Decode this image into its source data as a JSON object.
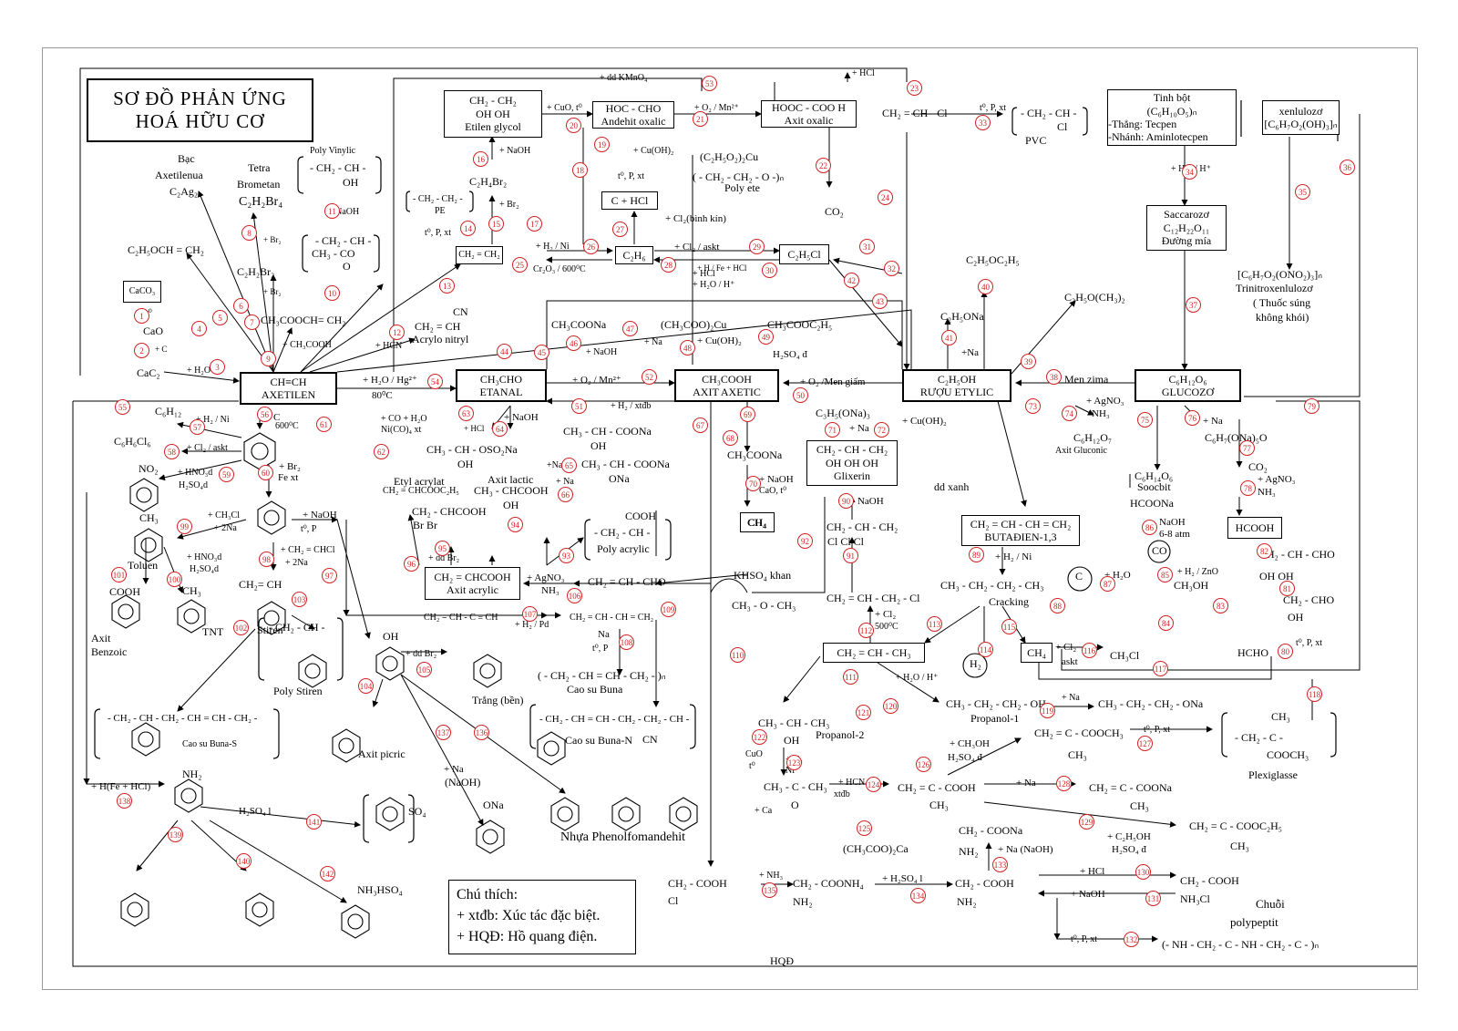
{
  "title": {
    "line1": "SƠ ĐỒ PHẢN ỨNG",
    "line2": "HOÁ HỮU CƠ"
  },
  "hubs": {
    "axetilen": {
      "formula": "CH≡CH",
      "name": "AXETILEN"
    },
    "etanal": {
      "formula": "CH₃CHO",
      "name": "ETANAL"
    },
    "axit_axetic": {
      "formula": "CH₃COOH",
      "name": "AXIT AXETIC"
    },
    "ruou_etylic": {
      "formula": "C₂H₅OH",
      "name": "RƯỢU ETYLIC"
    },
    "glucozo": {
      "formula": "C₆H₁₂O₆",
      "name": "GLUCOZƠ"
    }
  },
  "boxes": {
    "etilen_glycol": {
      "l1": "CH₂ - CH₂",
      "l2": "OH    OH",
      "l3": "Etilen glycol"
    },
    "andehit_oxalic": {
      "l1": "HOC - CHO",
      "l2": "Andehit oxalic"
    },
    "axit_oxalic": {
      "l1": "HOOC - COO H",
      "l2": "Axit oxalic"
    },
    "c_hcl": "C + HCl",
    "etilen": "CH₂ = CH₂",
    "etan": "C₂H₆",
    "c2h5cl": "C₂H₅Cl",
    "caco3": "CaCO₃",
    "tinh_bot": {
      "l1": "Tinh bột",
      "l2": "(C₆H₁₀O₅)ₙ",
      "l3": "-Thẳng: Tecpen",
      "l4": "-Nhánh: Aminlotecpen"
    },
    "xenlulozo": {
      "l1": "xenlulozơ",
      "l2": "[C₆H₇O₂(OH)₃]ₙ"
    },
    "saccarozo": {
      "l1": "Saccarozơ",
      "l2": "C₁₂H₂₂O₁₁",
      "l3": "Đường mía"
    },
    "axit_acrylic": {
      "l1": "CH₂ = CHCOOH",
      "l2": "Axit acrylic"
    },
    "glixerin": {
      "l1": "CH₂ - CH - CH₂",
      "l2": "OH   OH   OH",
      "l3": "Glixerin"
    },
    "butadien": {
      "l1": "CH₂ = CH - CH = CH₂",
      "l2": "BUTAĐIEN-1,3"
    },
    "propen": "CH₂ = CH - CH₃",
    "ch4_b": "CH₄",
    "ch4_c": "CH₄",
    "hcooh": "HCOOH"
  },
  "labels": [
    {
      "id": "bac",
      "text": "Bạc"
    },
    {
      "id": "axetilenua",
      "text": "Axetilenua"
    },
    {
      "id": "c2ag2",
      "text": "C₂Ag₂"
    },
    {
      "id": "tetra",
      "text": "Tetra"
    },
    {
      "id": "bromet",
      "text": "Brometan"
    },
    {
      "id": "c2h2br4",
      "text": "C₂H₂Br₄"
    },
    {
      "id": "polyvin",
      "text": "Poly Vinylic"
    },
    {
      "id": "pv1",
      "text": "- CH₂ - CH -"
    },
    {
      "id": "pv2",
      "text": "OH"
    },
    {
      "id": "c2h5och",
      "text": "C₂H₅OCH = CH₂"
    },
    {
      "id": "c2h2br2",
      "text": "C₂H₂Br₂"
    },
    {
      "id": "pvac1",
      "text": "- CH₂ - CH -"
    },
    {
      "id": "pvac2",
      "text": "CH₃ - CO"
    },
    {
      "id": "pvac3",
      "text": "O"
    },
    {
      "id": "ch3cooch",
      "text": "CH₃COOCH= CH₂"
    },
    {
      "id": "cao",
      "text": "CaO"
    },
    {
      "id": "cac2",
      "text": "CaC₂"
    },
    {
      "id": "acrylo",
      "text": "CH₂ = CH"
    },
    {
      "id": "acrylo_cn",
      "text": "CN"
    },
    {
      "id": "acrylo_n",
      "text": "Acrylo nitryl"
    },
    {
      "id": "pe",
      "text": "- CH₂ - CH₂ -"
    },
    {
      "id": "pe2",
      "text": "PE"
    },
    {
      "id": "c2h4br2",
      "text": "C₂H₄Br₂"
    },
    {
      "id": "c2h5o2cu",
      "text": "(C₂H₅O₂)₂Cu"
    },
    {
      "id": "polyete",
      "text": "( - CH₂ - CH₂ - O -)ₙ"
    },
    {
      "id": "polyete2",
      "text": "Poly ete"
    },
    {
      "id": "co2a",
      "text": "CO₂"
    },
    {
      "id": "vinylcl",
      "text": "CH₂ = CH - Cl"
    },
    {
      "id": "pvc1",
      "text": "- CH₂ - CH -"
    },
    {
      "id": "pvc2",
      "text": "Cl"
    },
    {
      "id": "pvc3",
      "text": "PVC"
    },
    {
      "id": "c2h5oc2h5",
      "text": "C₂H₅OC₂H₅"
    },
    {
      "id": "c2h5ona",
      "text": "C₂H₅ONa"
    },
    {
      "id": "iso",
      "text": "C₂H₅O(CH₃)₂"
    },
    {
      "id": "trinitro1",
      "text": "[C₆H₇O₂(ONO₂)₃]ₙ"
    },
    {
      "id": "trinitro2",
      "text": "Trinitroxenlulozơ"
    },
    {
      "id": "trinitro3",
      "text": "( Thuốc súng"
    },
    {
      "id": "trinitro4",
      "text": "không khói)"
    },
    {
      "id": "ch3coona_t",
      "text": "CH₃COONa"
    },
    {
      "id": "ch3coo2cu",
      "text": "(CH₃COO)₂Cu"
    },
    {
      "id": "ch3cooc2h5",
      "text": "CH₃COOC₂H₅"
    },
    {
      "id": "c6h12",
      "text": "C₆H₁₂"
    },
    {
      "id": "c6h6cl6",
      "text": "C₆H₆Cl₆"
    },
    {
      "id": "no2a",
      "text": "NO₂"
    },
    {
      "id": "c6h12o7",
      "text": "C₆H₁₂O₇"
    },
    {
      "id": "gluconic",
      "text": "Axit Gluconic"
    },
    {
      "id": "c6h14o6",
      "text": "C₆H₁₄O₆"
    },
    {
      "id": "soocbit",
      "text": "Soocbit"
    },
    {
      "id": "c6h7ona5",
      "text": "C₆H₇(ONa)₅O"
    },
    {
      "id": "co2b",
      "text": "CO₂"
    },
    {
      "id": "c3h5ona3",
      "text": "C₃H₅(ONa)₃"
    },
    {
      "id": "hso3na",
      "text": "CH₃ - CH - OSO₂Na"
    },
    {
      "id": "hso3na2",
      "text": "OH"
    },
    {
      "id": "lactona",
      "text": "CH₃ - CH - COONa"
    },
    {
      "id": "lactona2",
      "text": "OH"
    },
    {
      "id": "lactona3",
      "text": "CH₃ - CH - COONa"
    },
    {
      "id": "lactona4",
      "text": "ONa"
    },
    {
      "id": "etylacr1",
      "text": "Etyl acrylat"
    },
    {
      "id": "etylacr2",
      "text": "CH₂ = CHCOOC₂H₅"
    },
    {
      "id": "lactic1",
      "text": "Axit lactic"
    },
    {
      "id": "lactic2",
      "text": "CH₃ - CHCOOH"
    },
    {
      "id": "lactic3",
      "text": "OH"
    },
    {
      "id": "dibrom1",
      "text": "CH₂ - CHCOOH"
    },
    {
      "id": "dibrom2",
      "text": "Br     Br"
    },
    {
      "id": "polyacr1",
      "text": "COOH"
    },
    {
      "id": "polyacr2",
      "text": "- CH₂ - CH -"
    },
    {
      "id": "polyacr3",
      "text": "Poly acrylic"
    },
    {
      "id": "ch2chcho",
      "text": "CH₂ = CH - CHO"
    },
    {
      "id": "khso4",
      "text": "KHSO₄ khan"
    },
    {
      "id": "ch3coona2",
      "text": "CH₃COONa"
    },
    {
      "id": "ch4a",
      "text": "CH₄"
    },
    {
      "id": "dd_xanh",
      "text": "dd xanh"
    },
    {
      "id": "dichloro1",
      "text": "CH₂ - CH - CH₂"
    },
    {
      "id": "dichloro2",
      "text": "Cl     Cl     Cl"
    },
    {
      "id": "allyl",
      "text": "CH₂ = CH - CH₂ - Cl"
    },
    {
      "id": "butane",
      "text": "CH₃ - CH₂ - CH₂ - CH₃"
    },
    {
      "id": "cracking",
      "text": "Cracking"
    },
    {
      "id": "h2",
      "text": "H₂"
    },
    {
      "id": "c_el",
      "text": "C"
    },
    {
      "id": "co_el",
      "text": "CO"
    },
    {
      "id": "hcoona",
      "text": "HCOONa"
    },
    {
      "id": "ch3oh",
      "text": "CH₃OH"
    },
    {
      "id": "ch3cl",
      "text": "CH₃Cl"
    },
    {
      "id": "hcho",
      "text": "HCHO"
    },
    {
      "id": "glyceral1",
      "text": "CH₂ - CH - CHO"
    },
    {
      "id": "glyceral2",
      "text": "OH    OH"
    },
    {
      "id": "glycol1",
      "text": "CH₂ - CHO"
    },
    {
      "id": "glycol2",
      "text": "OH"
    },
    {
      "id": "benzoic",
      "text": "COOH"
    },
    {
      "id": "benzoic2",
      "text": "Axit"
    },
    {
      "id": "benzoic3",
      "text": "Benzoic"
    },
    {
      "id": "toluen",
      "text": "Toluen"
    },
    {
      "id": "ch3tol",
      "text": "CH₃"
    },
    {
      "id": "tnt",
      "text": "TNT"
    },
    {
      "id": "tnt_ch3",
      "text": "CH₃"
    },
    {
      "id": "stiren",
      "text": "Stiren"
    },
    {
      "id": "stiren0",
      "text": "CH₂= CH"
    },
    {
      "id": "polystiren1",
      "text": "- CH₂ - CH -"
    },
    {
      "id": "polystiren2",
      "text": "Poly Stiren"
    },
    {
      "id": "bunas1",
      "text": "- CH₂ - CH - CH₂ - CH = CH - CH₂ -"
    },
    {
      "id": "bunas2",
      "text": "Cao su Buna-S"
    },
    {
      "id": "vinylacet",
      "text": "CH₂ = CH - C ≡ CH"
    },
    {
      "id": "butadiene2",
      "text": "CH₂ = CH - CH = CH₂"
    },
    {
      "id": "buna1",
      "text": "( - CH₂ - CH = CH - CH₂ - )ₙ"
    },
    {
      "id": "buna2",
      "text": "Cao su Buna"
    },
    {
      "id": "bunan1",
      "text": "- CH₂ - CH = CH - CH₂ - CH₂ - CH -"
    },
    {
      "id": "bunan2",
      "text": "CN"
    },
    {
      "id": "bunan3",
      "text": "Cao su Buna-N"
    },
    {
      "id": "phenol_oh",
      "text": "OH"
    },
    {
      "id": "tribromo",
      "text": "Trắng (bền)"
    },
    {
      "id": "picric",
      "text": "Axit picric"
    },
    {
      "id": "naoh_na",
      "text": "(NaOH)"
    },
    {
      "id": "phenona",
      "text": "ONa"
    },
    {
      "id": "novolac",
      "text": "Nhựa Phenolfomandehit"
    },
    {
      "id": "aniline_nh2",
      "text": "NH₂"
    },
    {
      "id": "anil_so4",
      "text": "SO₄"
    },
    {
      "id": "anil_hso4",
      "text": "NH₃HSO₄"
    },
    {
      "id": "ch3ochch3",
      "text": "CH₃ - O - CH₃"
    },
    {
      "id": "propan2",
      "text": "Propanol-2"
    },
    {
      "id": "propan1",
      "text": "Propanol-1"
    },
    {
      "id": "pro1",
      "text": "CH₃ - CH₂ - CH₂ - OH"
    },
    {
      "id": "pro1na",
      "text": "CH₃ - CH₂ - CH₂ - ONa"
    },
    {
      "id": "pro2",
      "text": "CH₃ - CH - CH₃"
    },
    {
      "id": "pro2oh",
      "text": "OH"
    },
    {
      "id": "acetone",
      "text": "CH₃ - C - CH₃"
    },
    {
      "id": "acetone_o",
      "text": "O"
    },
    {
      "id": "metac",
      "text": "CH₂ = C - COOH"
    },
    {
      "id": "metac_ch3",
      "text": "CH₃"
    },
    {
      "id": "mma",
      "text": "CH₂ = C - COOCH₃"
    },
    {
      "id": "mma_ch3",
      "text": "CH₃"
    },
    {
      "id": "plexi1",
      "text": "CH₃"
    },
    {
      "id": "plexi2",
      "text": "- CH₂ - C -"
    },
    {
      "id": "plexi3",
      "text": "COOCH₃"
    },
    {
      "id": "plexi4",
      "text": "Plexiglasse"
    },
    {
      "id": "metacna",
      "text": "CH₂ = C - COONa"
    },
    {
      "id": "metacna_ch3",
      "text": "CH₃"
    },
    {
      "id": "metacet",
      "text": "CH₂ = C - COOC₂H₅"
    },
    {
      "id": "metacet_ch3",
      "text": "CH₃"
    },
    {
      "id": "caacet",
      "text": "(CH₃COO)₂Ca"
    },
    {
      "id": "clacet1",
      "text": "CH₂ - COOH"
    },
    {
      "id": "clacet2",
      "text": "Cl"
    },
    {
      "id": "amm1",
      "text": "CH₂ - COONH₄"
    },
    {
      "id": "amm2",
      "text": "NH₂"
    },
    {
      "id": "gly1",
      "text": "CH₂ - COOH"
    },
    {
      "id": "gly2",
      "text": "NH₂"
    },
    {
      "id": "glyna1",
      "text": "CH₂ - COONa"
    },
    {
      "id": "glyna2",
      "text": "NH₂"
    },
    {
      "id": "glyhcl1",
      "text": "CH₂ - COOH"
    },
    {
      "id": "glyhcl2",
      "text": "NH₃Cl"
    },
    {
      "id": "pept1",
      "text": "Chuỗi"
    },
    {
      "id": "pept2",
      "text": "polypeptit"
    },
    {
      "id": "pept3",
      "text": "(- NH - CH₂ - C - NH - CH₂ - C - )ₙ"
    },
    {
      "id": "hqd",
      "text": "HQĐ"
    },
    {
      "id": "menzima",
      "text": "Men zima"
    }
  ],
  "reagents": [
    {
      "id": "r53",
      "text": "+ dd KMnO₄"
    },
    {
      "id": "rhcl_top",
      "text": "+ HCl"
    },
    {
      "id": "r20",
      "text": "+ CuO, t⁰"
    },
    {
      "id": "r21",
      "text": "+ O₂ / Mn²⁺"
    },
    {
      "id": "r16",
      "text": "+ NaOH"
    },
    {
      "id": "r19",
      "text": "+ Cu(OH)₂"
    },
    {
      "id": "r18",
      "text": "t⁰, P, xt"
    },
    {
      "id": "r15",
      "text": "+ Br₂"
    },
    {
      "id": "r27",
      "text": "+ Cl₂(bình kín)"
    },
    {
      "id": "r26",
      "text": "+ H₂ / Ni"
    },
    {
      "id": "r25",
      "text": "Cr₂O₃ / 600⁰C"
    },
    {
      "id": "r29",
      "text": "+ Cl₂ / askt"
    },
    {
      "id": "r28",
      "text": "+ H / Fe + HCl"
    },
    {
      "id": "r30",
      "text": "+ HCl"
    },
    {
      "id": "r42",
      "text": "+ H₂O / H⁺"
    },
    {
      "id": "r33",
      "text": "t⁰, P, xt"
    },
    {
      "id": "r14",
      "text": "t⁰, P, xt"
    },
    {
      "id": "r11",
      "text": "+ NaOH"
    },
    {
      "id": "r8",
      "text": "+ Br₂"
    },
    {
      "id": "r7",
      "text": "+ Br₂"
    },
    {
      "id": "r9",
      "text": "+ CH₃COOH"
    },
    {
      "id": "r3",
      "text": "+ H₂O"
    },
    {
      "id": "r1",
      "text": "t⁰"
    },
    {
      "id": "r2",
      "text": "+ C"
    },
    {
      "id": "r12",
      "text": "+ HCN"
    },
    {
      "id": "r54",
      "text": "+ H₂O / Hg²⁺"
    },
    {
      "id": "r54b",
      "text": "80⁰C"
    },
    {
      "id": "r52",
      "text": "+ O₂ / Mn²⁺"
    },
    {
      "id": "r51",
      "text": "+ H₂ / xtđb"
    },
    {
      "id": "r50",
      "text": "+ O₂ /Men giấm"
    },
    {
      "id": "r47",
      "text": "+ Na"
    },
    {
      "id": "r46",
      "text": "+ NaOH"
    },
    {
      "id": "r48",
      "text": "+ Cu(OH)₂"
    },
    {
      "id": "r49",
      "text": "H₂SO₄ đ"
    },
    {
      "id": "r41",
      "text": "+Na"
    },
    {
      "id": "r72",
      "text": "+ Cu(OH)₂"
    },
    {
      "id": "r71",
      "text": "+ Na"
    },
    {
      "id": "r74a",
      "text": "+ AgNO₃"
    },
    {
      "id": "r74b",
      "text": "NH₃"
    },
    {
      "id": "r76",
      "text": "+ Na"
    },
    {
      "id": "r78a",
      "text": "+ AgNO₃"
    },
    {
      "id": "r78b",
      "text": "NH₃"
    },
    {
      "id": "r57",
      "text": "+ H₂ / Ni"
    },
    {
      "id": "r58",
      "text": "+ Cl₂ / askt"
    },
    {
      "id": "r59",
      "text": "+ HNO₃d"
    },
    {
      "id": "r59b",
      "text": "H₂SO₄d"
    },
    {
      "id": "r60",
      "text": "+ Br₂"
    },
    {
      "id": "r60b",
      "text": "Fe xt"
    },
    {
      "id": "r56",
      "text": "C"
    },
    {
      "id": "r56b",
      "text": "600⁰C"
    },
    {
      "id": "r99",
      "text": "+ CH₃Cl"
    },
    {
      "id": "r99b",
      "text": "+ 2Na"
    },
    {
      "id": "r97",
      "text": "+ NaOH"
    },
    {
      "id": "r97b",
      "text": "t⁰, P"
    },
    {
      "id": "r98",
      "text": "+ CH₂ = CHCl"
    },
    {
      "id": "r98b",
      "text": "+ 2Na"
    },
    {
      "id": "r100",
      "text": "+ HNO₃d"
    },
    {
      "id": "r100b",
      "text": "H₂SO₄d"
    },
    {
      "id": "r62",
      "text": "+ CO + H₂O"
    },
    {
      "id": "r62b",
      "text": "Ni(CO)₄ xt"
    },
    {
      "id": "r63",
      "text": "+ HCl"
    },
    {
      "id": "r64",
      "text": "+ NaOH"
    },
    {
      "id": "r65",
      "text": "+NaOH"
    },
    {
      "id": "r66",
      "text": "+ Na"
    },
    {
      "id": "r95",
      "text": "+ dd Br₂"
    },
    {
      "id": "r106",
      "text": "+ AgNO₃"
    },
    {
      "id": "r106b",
      "text": "NH₃"
    },
    {
      "id": "r70",
      "text": "+ NaOH"
    },
    {
      "id": "r70b",
      "text": "CaO, t⁰"
    },
    {
      "id": "r90",
      "text": "+ NaOH"
    },
    {
      "id": "r112",
      "text": "+ Cl₂"
    },
    {
      "id": "r112b",
      "text": "500⁰C"
    },
    {
      "id": "r120",
      "text": "+ H₂O / H⁺"
    },
    {
      "id": "r119",
      "text": "+ Na"
    },
    {
      "id": "r89",
      "text": "+ H₂ / Ni"
    },
    {
      "id": "r116",
      "text": "+ Cl₂"
    },
    {
      "id": "r116b",
      "text": "askt"
    },
    {
      "id": "r87",
      "text": "+ H₂O"
    },
    {
      "id": "r87b",
      "text": "t⁰"
    },
    {
      "id": "r86",
      "text": "NaOH"
    },
    {
      "id": "r86b",
      "text": "6-8 atm"
    },
    {
      "id": "r85",
      "text": "+ H₂ / ZnO"
    },
    {
      "id": "r80",
      "text": "t⁰, P, xt"
    },
    {
      "id": "r107",
      "text": "+ H₂ / Pd"
    },
    {
      "id": "r108",
      "text": "Na"
    },
    {
      "id": "r108b",
      "text": "t⁰, P"
    },
    {
      "id": "r105",
      "text": "+ dd Br₂"
    },
    {
      "id": "r123",
      "text": "+ H₂"
    },
    {
      "id": "r123b",
      "text": "Ni"
    },
    {
      "id": "r122",
      "text": "CuO"
    },
    {
      "id": "r122b",
      "text": "t⁰"
    },
    {
      "id": "r124",
      "text": "+ HCN"
    },
    {
      "id": "r124b",
      "text": "xtđb"
    },
    {
      "id": "r126",
      "text": "+ CH₃OH"
    },
    {
      "id": "r126b",
      "text": "H₂SO₄ đ"
    },
    {
      "id": "r127",
      "text": "t⁰, P, xt"
    },
    {
      "id": "r128",
      "text": "+ Na"
    },
    {
      "id": "r129",
      "text": "+ C₂H₅OH"
    },
    {
      "id": "r129b",
      "text": "H₂SO₄ đ"
    },
    {
      "id": "r135",
      "text": "+ NH₃"
    },
    {
      "id": "r134",
      "text": "+ H₂SO₄ l"
    },
    {
      "id": "r133",
      "text": "+ Na (NaOH)"
    },
    {
      "id": "r130",
      "text": "+ HCl"
    },
    {
      "id": "r131",
      "text": "+ NaOH"
    },
    {
      "id": "r132",
      "text": "t⁰, P, xt"
    },
    {
      "id": "r_ca",
      "text": "+ Ca"
    },
    {
      "id": "r138",
      "text": "+ H(Fe + HCl)"
    },
    {
      "id": "r141",
      "text": "H₂SO₄ l"
    },
    {
      "id": "r137",
      "text": "+ Na"
    },
    {
      "id": "r_h2o_h",
      "text": "+ H₂O/ H⁺"
    }
  ],
  "notes": {
    "title": "Chú thích:",
    "l1": "+ xtđb: Xúc tác đặc biệt.",
    "l2": "+ HQĐ: Hồ quang điện."
  },
  "numbers": [
    "1",
    "2",
    "3",
    "4",
    "5",
    "6",
    "7",
    "8",
    "9",
    "10",
    "11",
    "12",
    "13",
    "14",
    "15",
    "16",
    "17",
    "18",
    "19",
    "20",
    "21",
    "22",
    "23",
    "24",
    "25",
    "26",
    "27",
    "28",
    "29",
    "30",
    "31",
    "32",
    "33",
    "34",
    "35",
    "36",
    "37",
    "38",
    "39",
    "40",
    "41",
    "42",
    "43",
    "44",
    "45",
    "46",
    "47",
    "48",
    "49",
    "50",
    "51",
    "52",
    "53",
    "54",
    "55",
    "56",
    "57",
    "58",
    "59",
    "60",
    "61",
    "62",
    "63",
    "64",
    "65",
    "66",
    "67",
    "68",
    "69",
    "70",
    "71",
    "72",
    "73",
    "74",
    "75",
    "76",
    "77",
    "78",
    "79",
    "80",
    "81",
    "82",
    "83",
    "84",
    "85",
    "86",
    "87",
    "88",
    "89",
    "90",
    "91",
    "92",
    "93",
    "94",
    "95",
    "96",
    "97",
    "98",
    "99",
    "100",
    "101",
    "102",
    "103",
    "104",
    "105",
    "106",
    "107",
    "108",
    "109",
    "110",
    "111",
    "112",
    "113",
    "114",
    "115",
    "116",
    "117",
    "118",
    "119",
    "120",
    "121",
    "122",
    "123",
    "124",
    "125",
    "126",
    "127",
    "128",
    "129",
    "130",
    "131",
    "132",
    "133",
    "134",
    "135",
    "136",
    "137",
    "138",
    "139",
    "140",
    "141",
    "142"
  ],
  "colors": {
    "accent": "#d22222",
    "line": "#000000"
  }
}
